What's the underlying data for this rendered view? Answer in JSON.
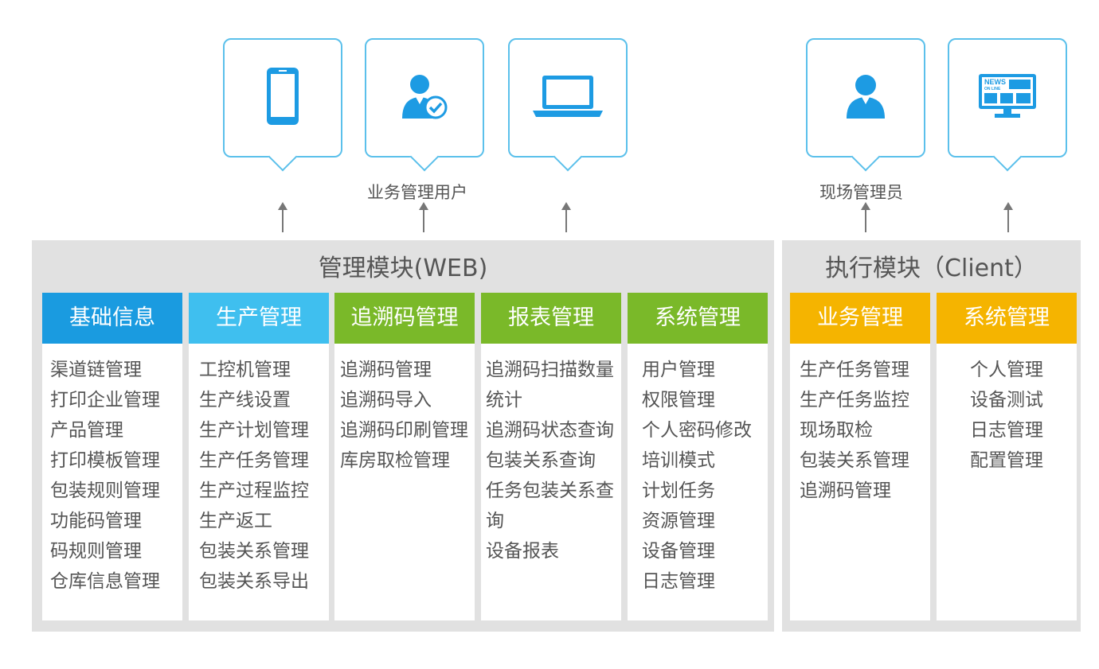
{
  "users": {
    "web_group_label": "业务管理用户",
    "client_group_label": "现场管理员",
    "devices": [
      {
        "icon": "smartphone-icon"
      },
      {
        "icon": "verified-user-icon"
      },
      {
        "icon": "laptop-icon"
      },
      {
        "icon": "user-icon"
      },
      {
        "icon": "news-monitor-icon",
        "screen_text_line1": "NEWS",
        "screen_text_line2": "ON LINE"
      }
    ]
  },
  "web_module": {
    "title": "管理模块(WEB)",
    "columns": [
      {
        "title": "基础信息",
        "color": "#1a9be0",
        "items": [
          "渠道链管理",
          "打印企业管理",
          "产品管理",
          "打印模板管理",
          "包装规则管理",
          "功能码管理",
          "码规则管理",
          "仓库信息管理"
        ]
      },
      {
        "title": "生产管理",
        "color": "#3fbfef",
        "items": [
          "工控机管理",
          "生产线设置",
          "生产计划管理",
          "生产任务管理",
          "生产过程监控",
          "生产返工",
          "包装关系管理",
          "包装关系导出"
        ]
      },
      {
        "title": "追溯码管理",
        "color": "#7ab929",
        "items": [
          "追溯码管理",
          "追溯码导入",
          "追溯码印刷管理",
          "库房取检管理"
        ]
      },
      {
        "title": "报表管理",
        "color": "#7ab929",
        "items": [
          "追溯码扫描数量统计",
          "追溯码状态查询",
          "包装关系查询",
          "任务包装关系查询",
          "设备报表"
        ]
      },
      {
        "title": "系统管理",
        "color": "#7ab929",
        "items": [
          "用户管理",
          "权限管理",
          "个人密码修改",
          "培训模式",
          "计划任务",
          "资源管理",
          "设备管理",
          "日志管理"
        ]
      }
    ]
  },
  "client_module": {
    "title": "执行模块（Client）",
    "columns": [
      {
        "title": "业务管理",
        "color": "#f5b400",
        "items": [
          "生产任务管理",
          "生产任务监控",
          "现场取检",
          "包装关系管理",
          "追溯码管理"
        ]
      },
      {
        "title": "系统管理",
        "color": "#f5b400",
        "items": [
          "个人管理",
          "设备测试",
          "日志管理",
          "配置管理"
        ]
      }
    ]
  }
}
